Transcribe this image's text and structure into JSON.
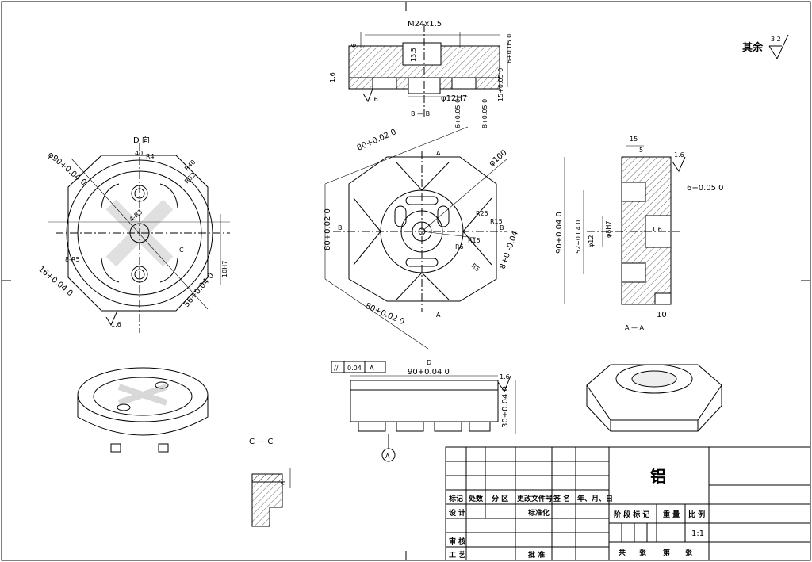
{
  "title_block": {
    "material": "铝",
    "scale": "1:1",
    "headers": [
      "标记",
      "处数",
      "分 区",
      "更改文件号",
      "签 名",
      "年、月、日"
    ],
    "design": "设 计",
    "standardization": "标准化",
    "stage_mark": "阶 段 标 记",
    "weight": "重 量",
    "ratio": "比 例",
    "review": "审 核",
    "process": "工 艺",
    "approve": "批 准",
    "sheets": [
      "共",
      "张",
      "第",
      "张"
    ]
  },
  "surface_note": {
    "label": "其余",
    "value": "3.2"
  },
  "top_view": {
    "thread": "M24x1.5",
    "dims": [
      "6",
      "13.5",
      "1.6",
      "1.6",
      "φ12H7",
      "6+0.05 0",
      "8+0.05 0",
      "15+0.05 0",
      "6+0.05 0"
    ],
    "section": "B — B"
  },
  "d_view": {
    "title": "D 向",
    "dims": [
      "φ90+0.04 0",
      "40",
      "R4",
      "R40",
      "R32",
      "4-R3",
      "8-R5",
      "16+0.04 0",
      "56+0.04 0",
      "10H7",
      "1.6",
      "C"
    ]
  },
  "main_view": {
    "dims": [
      "80+0.02 0",
      "80+0.02 0",
      "80+0.02 0",
      "φ100",
      "R15",
      "R25",
      "R15",
      "R6",
      "8+0 -0.04",
      "R5"
    ],
    "marks": [
      "A",
      "A",
      "B",
      "B"
    ]
  },
  "a_view": {
    "dims": [
      "15",
      "5",
      "1.6",
      "6+0.05 0",
      "90+0.04 0",
      "52+0.04 0",
      "φ12",
      "φ8H7",
      "1.6",
      "10"
    ],
    "section": "A — A"
  },
  "front_view": {
    "tolerance": [
      "//",
      "0.04",
      "A"
    ],
    "dims": [
      "90+0.04 0",
      "1.6",
      "30+0.04 0"
    ],
    "datum": "A",
    "mark": "D"
  },
  "cc_view": {
    "title": "C — C",
    "dims": [
      "6"
    ]
  }
}
